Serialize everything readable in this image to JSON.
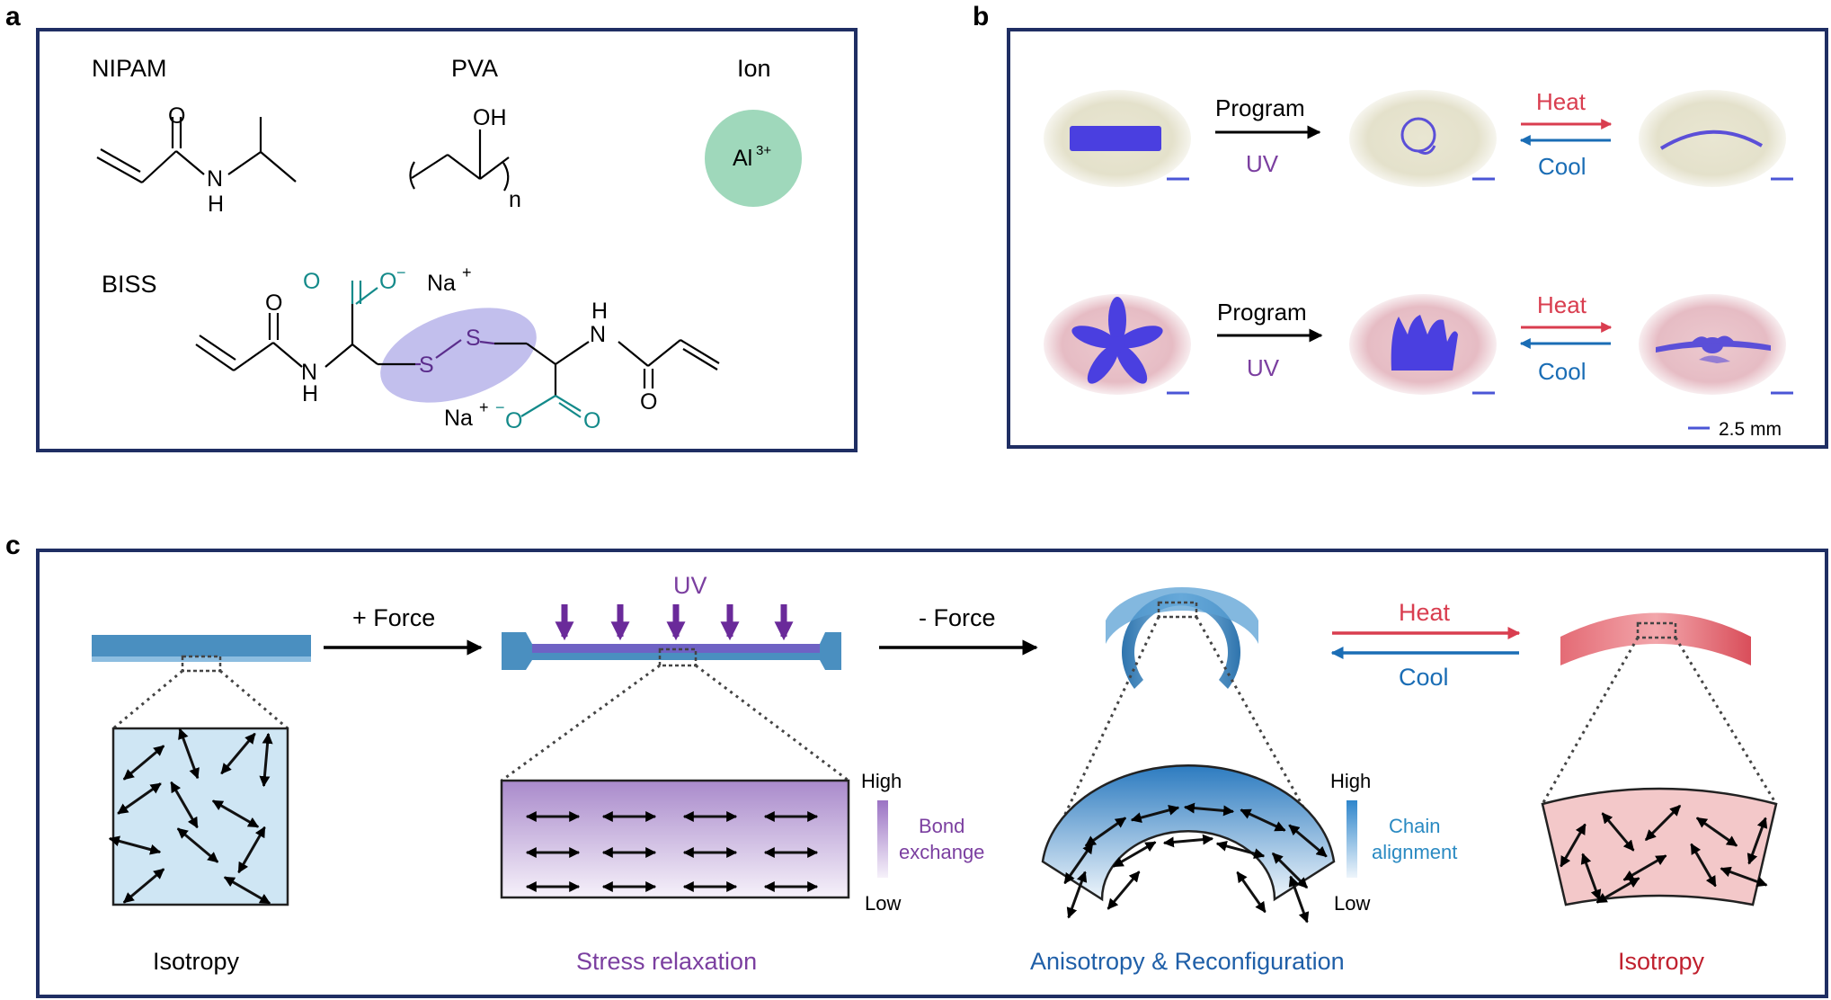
{
  "panels": {
    "a": {
      "letter": "a",
      "labels": {
        "nipam": "NIPAM",
        "pva": "PVA",
        "ion": "Ion",
        "biss": "BISS"
      },
      "atoms": {
        "o": "O",
        "n": "N",
        "h": "H",
        "oh": "OH",
        "s": "S",
        "o_minus": "O",
        "minus": "−",
        "na": "Na",
        "plus": "+",
        "subscript_n": "n",
        "al": "Al",
        "al_charge": "3+"
      },
      "colors": {
        "carboxylate": "#138a8a",
        "disulfide": "#5b2d8c",
        "disulfide_highlight": "#b7b4ea",
        "ion_fill": "#9fd8bb"
      }
    },
    "b": {
      "letter": "b",
      "rows": [
        {
          "program": "Program",
          "uv": "UV",
          "heat": "Heat",
          "cool": "Cool"
        },
        {
          "program": "Program",
          "uv": "UV",
          "heat": "Heat",
          "cool": "Cool"
        }
      ],
      "scale_label": "2.5 mm",
      "colors": {
        "heat": "#d93d4f",
        "cool": "#1a6db5",
        "uv": "#7b3fa0",
        "sample": "#4a3fe0"
      }
    },
    "c": {
      "letter": "c",
      "steps": {
        "force_on": "+ Force",
        "force_off": "- Force",
        "uv": "UV",
        "heat": "Heat",
        "cool": "Cool"
      },
      "stress_legend": {
        "high": "High",
        "low": "Low",
        "label_line1": "Bond",
        "label_line2": "exchange"
      },
      "chain_legend": {
        "high": "High",
        "low": "Low",
        "label_line1": "Chain",
        "label_line2": "alignment"
      },
      "captions": {
        "isotropy_1": "Isotropy",
        "stress_relaxation": "Stress relaxation",
        "anisotropy": "Anisotropy & Reconfiguration",
        "isotropy_2": "Isotropy"
      },
      "colors": {
        "isotropy_1": "#000000",
        "stress": "#7b3fa0",
        "anisotropy": "#1f5fa8",
        "isotropy_2": "#c0202e",
        "strip_blue": "#4a8fc0",
        "strip_red": "#e0656e"
      }
    }
  },
  "frame_color": "#1f2e63"
}
